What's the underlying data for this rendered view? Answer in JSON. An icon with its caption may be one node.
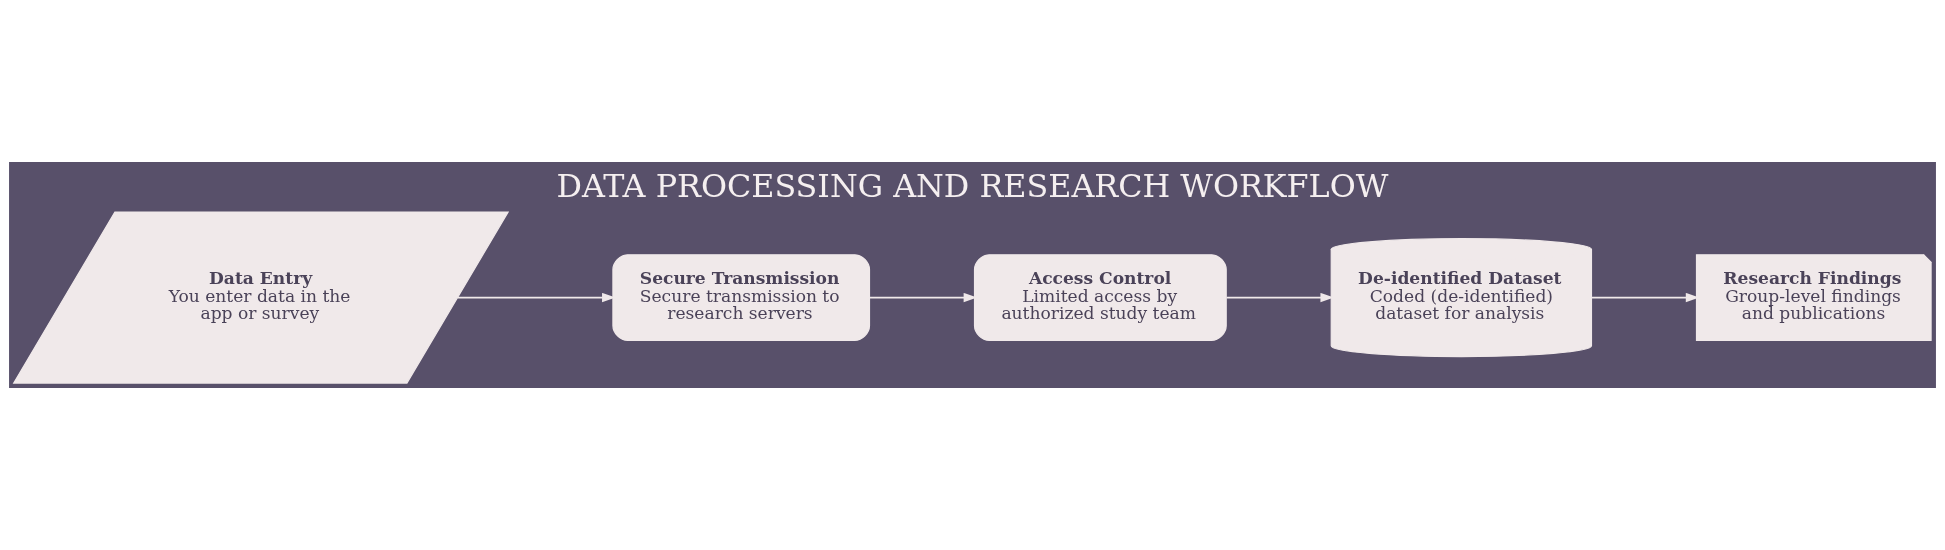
{
  "diagram": {
    "title": "DATA PROCESSING AND RESEARCH WORKFLOW",
    "nodes": [
      {
        "text": [
          "Data Entry",
          "You enter data in the app or survey"
        ]
      },
      {
        "text": [
          "Secure Transmission",
          "Secure transmission to research servers"
        ]
      },
      {
        "text": [
          "Access Control",
          "Limited access by authorized study team"
        ]
      },
      {
        "text": [
          "De-identified Dataset",
          "Coded (de-identified) dataset for analysis"
        ]
      },
      {
        "text": [
          "Research Findings",
          "Group-level findings and publications"
        ]
      }
    ],
    "edges": [
      {
        "from": 0,
        "to": 1,
        "arrow": "to"
      },
      {
        "from": 1,
        "to": 2,
        "arrow": "to"
      },
      {
        "from": 2,
        "to": 3,
        "arrow": "to"
      },
      {
        "from": 3,
        "to": 4,
        "arrow": "to"
      }
    ]
  }
}
